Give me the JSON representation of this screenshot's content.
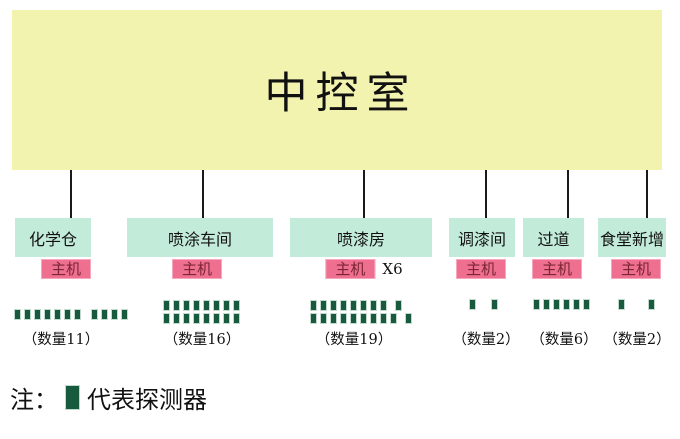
{
  "title": "中控室",
  "note": {
    "prefix": "注：",
    "swatch_icon": "detector-swatch-icon",
    "text": "代表探测器"
  },
  "colors": {
    "root_bg": "#f2f3ae",
    "branch_bg": "#c3ebd9",
    "host_bg": "#ee6f90",
    "host_border": "#f7a8bc",
    "host_text": "#7b2433",
    "detector_fill": "#175a3d",
    "detector_border": "#c2d9cd",
    "connector": "#1a1a1a"
  },
  "branches": [
    {
      "label": "化学仓",
      "host_label": "主机",
      "host_suffix": "",
      "count": 11,
      "count_label": "（数量11）",
      "detector_rows": [
        [
          7,
          4
        ]
      ]
    },
    {
      "label": "喷涂车间",
      "host_label": "主机",
      "host_suffix": "",
      "count": 16,
      "count_label": "（数量16）",
      "detector_rows": [
        [
          8
        ],
        [
          8
        ]
      ]
    },
    {
      "label": "喷漆房",
      "host_label": "主机",
      "host_suffix": "X6",
      "count": 19,
      "count_label": "（数量19）",
      "detector_rows": [
        [
          8,
          1
        ],
        [
          9,
          1
        ]
      ]
    },
    {
      "label": "调漆间",
      "host_label": "主机",
      "host_suffix": "",
      "count": 2,
      "count_label": "（数量2）",
      "detector_rows": [
        [
          1,
          1
        ]
      ]
    },
    {
      "label": "过道",
      "host_label": "主机",
      "host_suffix": "",
      "count": 6,
      "count_label": "（数量6）",
      "detector_rows": [
        [
          6
        ]
      ]
    },
    {
      "label": "食堂新增",
      "host_label": "主机",
      "host_suffix": "",
      "count": 2,
      "count_label": "（数量2）",
      "detector_rows": [
        [
          1,
          1
        ]
      ]
    }
  ]
}
